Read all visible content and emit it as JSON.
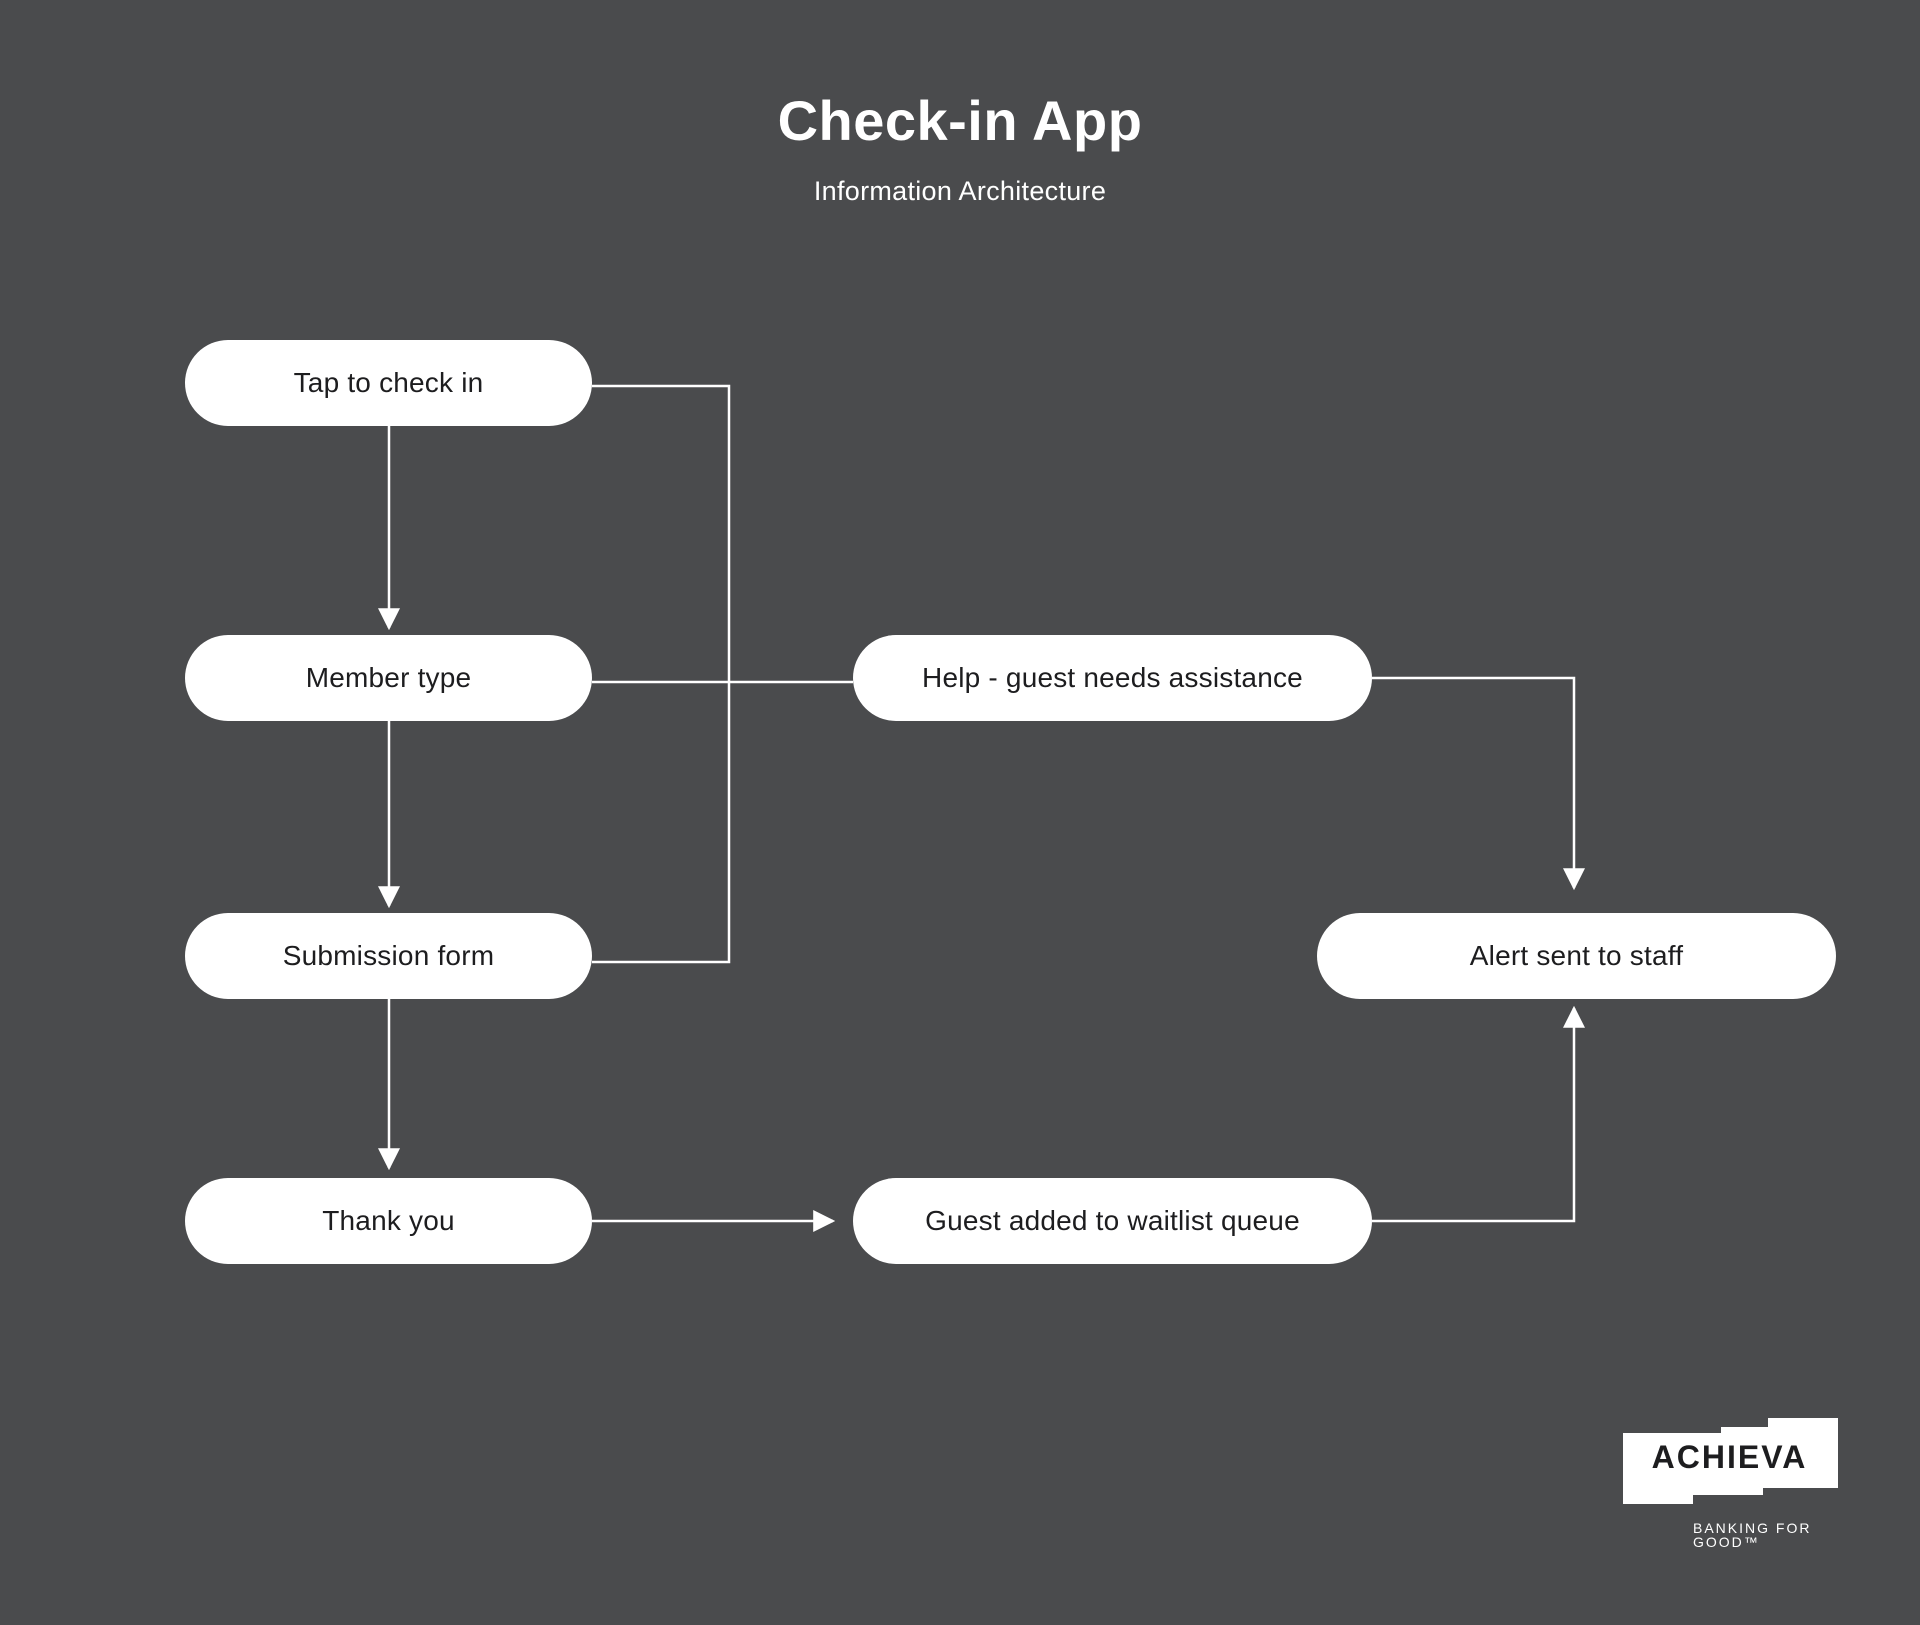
{
  "header": {
    "title": "Check-in App",
    "subtitle": "Information Architecture"
  },
  "nodes": {
    "tap_to_check_in": "Tap to check in",
    "member_type": "Member type",
    "submission_form": "Submission form",
    "thank_you": "Thank you",
    "help": "Help - guest needs assistance",
    "guest_added": "Guest added to waitlist queue",
    "alert_sent": "Alert sent to staff"
  },
  "edges": [
    {
      "from": "tap_to_check_in",
      "to": "member_type"
    },
    {
      "from": "member_type",
      "to": "submission_form"
    },
    {
      "from": "submission_form",
      "to": "thank_you"
    },
    {
      "from": "thank_you",
      "to": "guest_added"
    },
    {
      "from": "guest_added",
      "to": "alert_sent"
    },
    {
      "from": "help",
      "to": "alert_sent"
    },
    {
      "from": "tap_to_check_in",
      "to": "help"
    },
    {
      "from": "member_type",
      "to": "help"
    },
    {
      "from": "submission_form",
      "to": "help"
    }
  ],
  "logo": {
    "wordmark": "ACHIEVA",
    "tagline_line1": "BANKING FOR",
    "tagline_line2": "GOOD™"
  },
  "colors": {
    "background": "#4a4b4d",
    "node_fill": "#ffffff",
    "node_text": "#1d1d1f",
    "connector": "#ffffff"
  }
}
